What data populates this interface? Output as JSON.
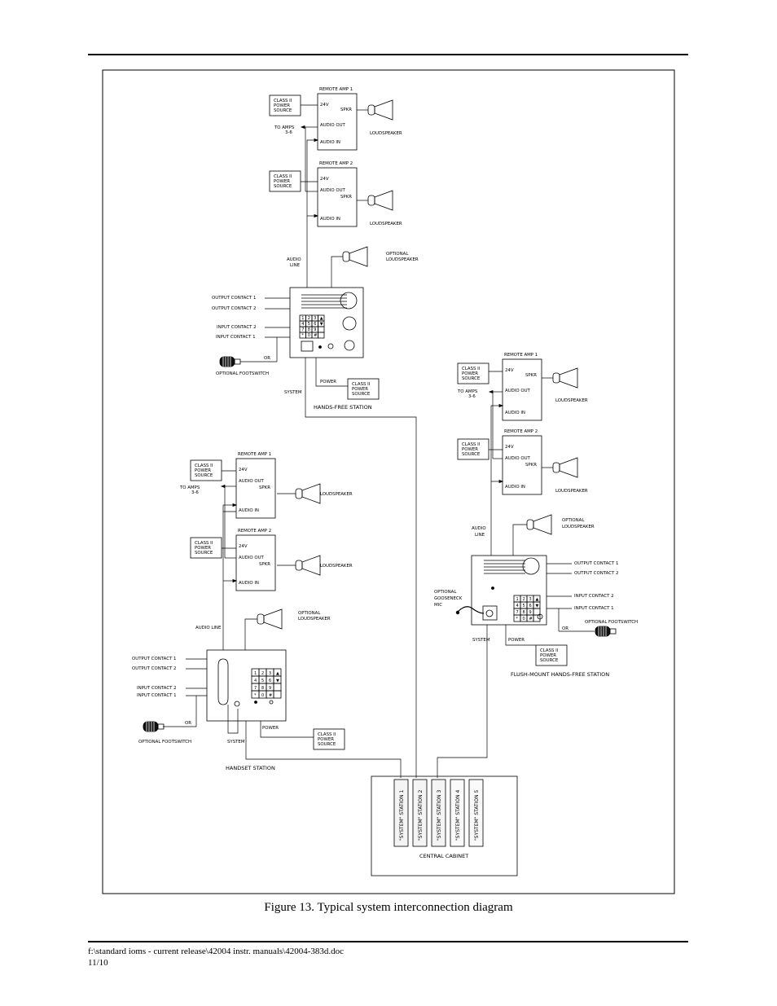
{
  "labels": {
    "remote_amp_1": "REMOTE AMP 1",
    "remote_amp_2": "REMOTE AMP 2",
    "class_ii_line1": "CLASS II",
    "class_ii_line2": "POWER",
    "class_ii_line3": "SOURCE",
    "v24": "24V",
    "spkr": "SPKR",
    "audio_out": "AUDIO OUT",
    "audio_in": "AUDIO IN",
    "to_amps_1": "TO AMPS",
    "to_amps_2": "3-6",
    "loudspeaker": "LOUDSPEAKER",
    "optional": "OPTIONAL",
    "audio": "AUDIO",
    "line": "LINE",
    "audio_line": "AUDIO LINE",
    "output_contact_1": "OUTPUT CONTACT 1",
    "output_contact_2": "OUTPUT CONTACT 2",
    "input_contact_1": "INPUT CONTACT 1",
    "input_contact_2": "INPUT CONTACT 2",
    "or": "OR",
    "optional_footswitch": "OPTIONAL FOOTSWITCH",
    "power": "POWER",
    "system": "SYSTEM",
    "hands_free_station": "HANDS-FREE STATION",
    "flush_mount_station": "FLUSH-MOUNT HANDS-FREE STATION",
    "handset_station": "HANDSET STATION",
    "gooseneck_1": "OPTIONAL",
    "gooseneck_2": "GOOSENECK",
    "gooseneck_3": "MIC",
    "central_cabinet": "CENTRAL CABINET",
    "keypad": [
      "1",
      "2",
      "3",
      "▲",
      "4",
      "5",
      "6",
      "▼",
      "7",
      "8",
      "9",
      "",
      "*",
      "0",
      "#",
      ""
    ]
  },
  "cabinet_stations": [
    "\"SYSTEM\" STATION 1",
    "\"SYSTEM\" STATION 2",
    "\"SYSTEM\" STATION 3",
    "\"SYSTEM\" STATION 4",
    "\"SYSTEM\" STATION 5"
  ],
  "caption": "Figure 13.  Typical system interconnection diagram",
  "footer": {
    "path": "f:\\standard ioms - current release\\42004 instr. manuals\\42004-383d.doc",
    "date": "11/10"
  }
}
